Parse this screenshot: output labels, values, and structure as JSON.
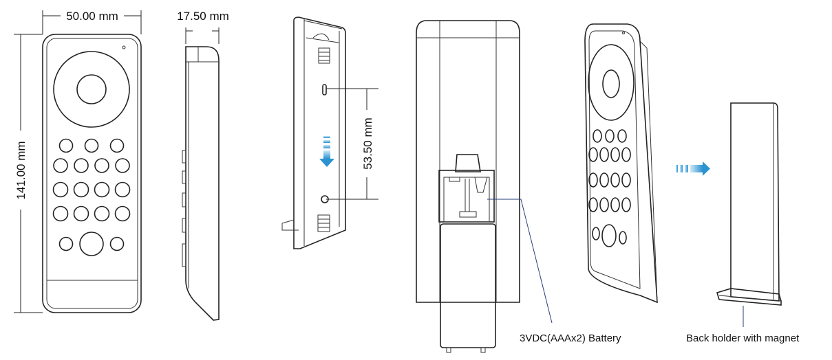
{
  "dimensions": {
    "width": "50.00 mm",
    "height": "141.00 mm",
    "depth": "17.50 mm",
    "mount_spacing": "53.50 mm"
  },
  "labels": {
    "battery": "3VDC(AAAx2) Battery",
    "holder": "Back holder with magnet"
  },
  "colors": {
    "arrow": "#3aa3d9",
    "leader": "#2a3d7a"
  }
}
